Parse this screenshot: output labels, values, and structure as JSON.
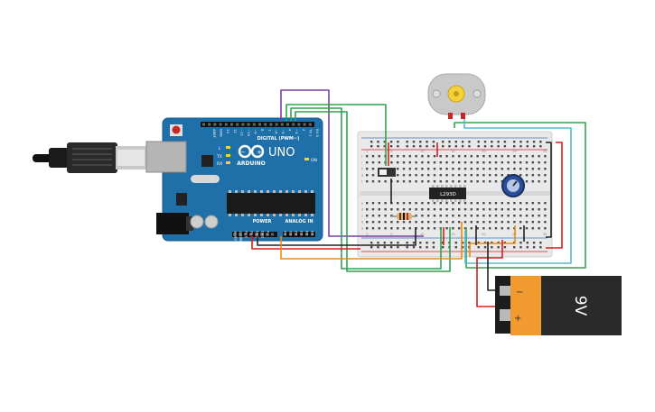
{
  "arduino": {
    "brand": "ARDUINO",
    "model": "UNO",
    "digital_label": "DIGITAL (PWM~)",
    "power_label": "POWER",
    "analog_label": "ANALOG IN",
    "on_label": "ON",
    "led_l": "L",
    "led_tx": "TX",
    "led_rx": "RX",
    "aref_label": "AREF",
    "gnd_label": "GND",
    "digital_pins": [
      "13",
      "12",
      "~11",
      "~10",
      "~9",
      "8",
      "7",
      "~6",
      "~5",
      "4",
      "~3",
      "2",
      "TX 1",
      "RX 0"
    ],
    "power_pins": [
      "IOREF",
      "RESET",
      "3.3V",
      "5V",
      "GND",
      "GND",
      "Vin"
    ],
    "analog_pins": [
      "A0",
      "A1",
      "A2",
      "A3",
      "A4",
      "A5"
    ]
  },
  "ic": {
    "label": "L293D"
  },
  "battery": {
    "label": "9V",
    "minus": "−",
    "plus": "+"
  },
  "breadboard": {
    "col_numbers": [
      "1",
      "5",
      "10",
      "15",
      "20",
      "25",
      "30"
    ],
    "row_letters_top": [
      "j",
      "i",
      "h",
      "g",
      "f"
    ],
    "row_letters_bottom": [
      "e",
      "d",
      "c",
      "b",
      "a"
    ]
  },
  "colors": {
    "board": "#1f6fa8",
    "wire_red": "#d42020",
    "wire_black": "#222222",
    "wire_green": "#2ea44f",
    "wire_purple": "#7b3fa0",
    "wire_orange": "#e98b14",
    "wire_cyan": "#5ab8d0",
    "battery_orange": "#f09a30"
  }
}
